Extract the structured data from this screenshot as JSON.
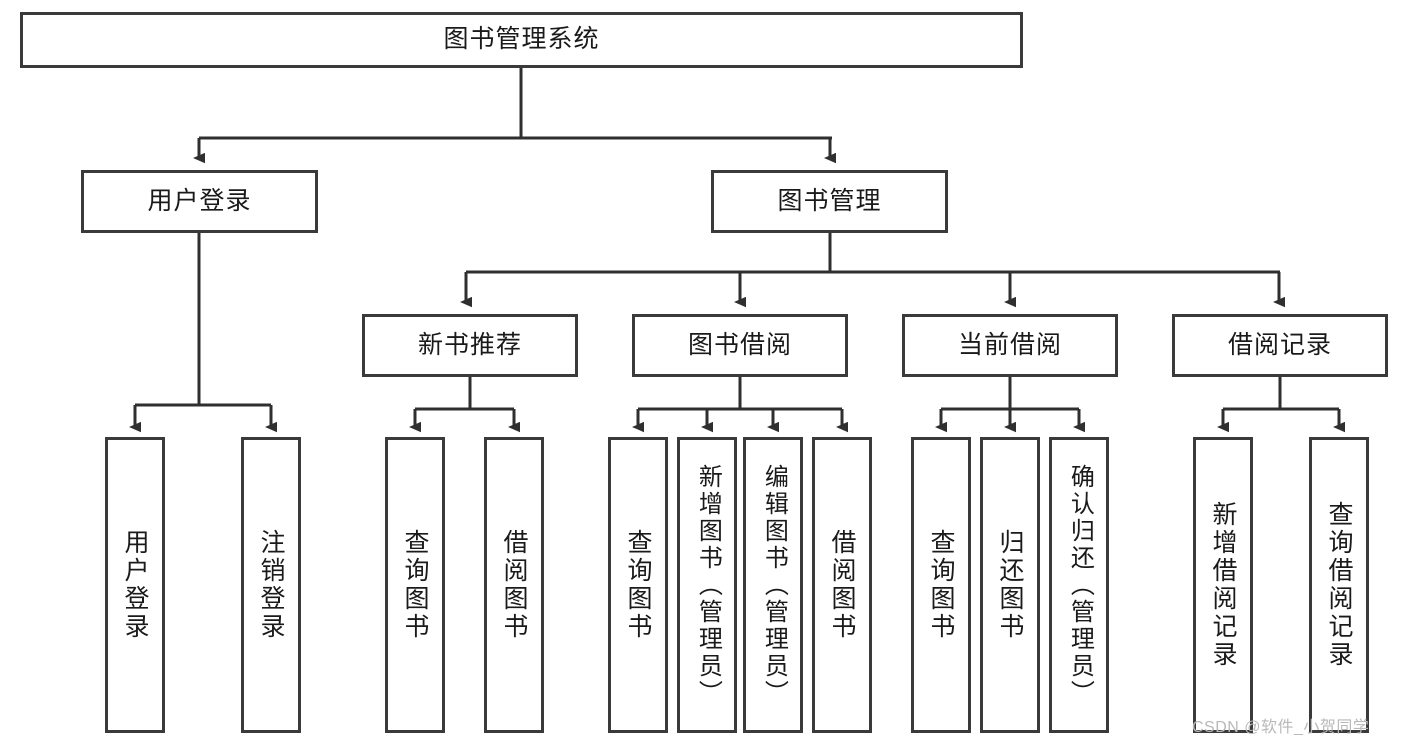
{
  "diagram": {
    "type": "tree-hierarchy-flowchart",
    "title": "图书管理系统",
    "watermark": "CSDN @软件_小贺同学",
    "colors": {
      "box_border": "#3a3a3a",
      "box_fill": "#ffffff",
      "connector": "#2f2f2f",
      "text": "#1a1a1a",
      "watermark": "#b9b9b9"
    },
    "levels": {
      "level1": {
        "label": "图书管理系统"
      },
      "level2": [
        {
          "label": "用户登录"
        },
        {
          "label": "图书管理"
        }
      ],
      "level3": [
        {
          "label": "新书推荐"
        },
        {
          "label": "图书借阅"
        },
        {
          "label": "当前借阅"
        },
        {
          "label": "借阅记录"
        }
      ],
      "leaves": {
        "user_login": [
          {
            "label": "用户登录"
          },
          {
            "label": "注销登录"
          }
        ],
        "new_book_recommend": [
          {
            "label": "查询图书"
          },
          {
            "label": "借阅图书"
          }
        ],
        "book_borrow": [
          {
            "label": "查询图书"
          },
          {
            "label": "新增图书（管理员）"
          },
          {
            "label": "编辑图书（管理员）"
          },
          {
            "label": "借阅图书"
          }
        ],
        "current_borrow": [
          {
            "label": "查询图书"
          },
          {
            "label": "归还图书"
          },
          {
            "label": "确认归还（管理员）"
          }
        ],
        "borrow_record": [
          {
            "label": "新增借阅记录"
          },
          {
            "label": "查询借阅记录"
          }
        ]
      }
    },
    "edges": [
      {
        "from": "图书管理系统",
        "to": "用户登录"
      },
      {
        "from": "图书管理系统",
        "to": "图书管理"
      },
      {
        "from": "图书管理",
        "to": "新书推荐"
      },
      {
        "from": "图书管理",
        "to": "图书借阅"
      },
      {
        "from": "图书管理",
        "to": "当前借阅"
      },
      {
        "from": "图书管理",
        "to": "借阅记录"
      },
      {
        "from": "用户登录",
        "to": "用户登录"
      },
      {
        "from": "用户登录",
        "to": "注销登录"
      },
      {
        "from": "新书推荐",
        "to": "查询图书"
      },
      {
        "from": "新书推荐",
        "to": "借阅图书"
      },
      {
        "from": "图书借阅",
        "to": "查询图书"
      },
      {
        "from": "图书借阅",
        "to": "新增图书（管理员）"
      },
      {
        "from": "图书借阅",
        "to": "编辑图书（管理员）"
      },
      {
        "from": "图书借阅",
        "to": "借阅图书"
      },
      {
        "from": "当前借阅",
        "to": "查询图书"
      },
      {
        "from": "当前借阅",
        "to": "归还图书"
      },
      {
        "from": "当前借阅",
        "to": "确认归还（管理员）"
      },
      {
        "from": "借阅记录",
        "to": "新增借阅记录"
      },
      {
        "from": "借阅记录",
        "to": "查询借阅记录"
      }
    ]
  }
}
